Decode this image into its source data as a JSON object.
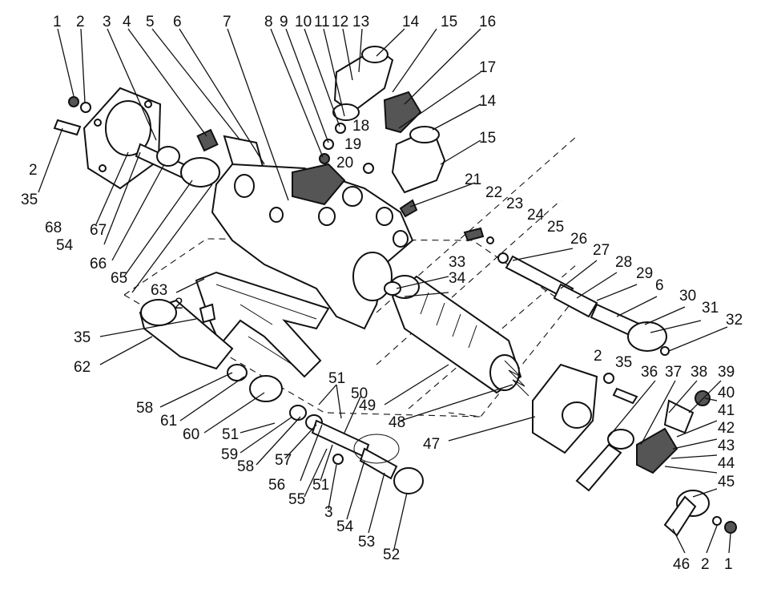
{
  "diagram": {
    "labels": [
      "1",
      "2",
      "3",
      "4",
      "5",
      "6",
      "7",
      "8",
      "9",
      "10",
      "11",
      "12",
      "13",
      "14",
      "15",
      "16",
      "17",
      "14",
      "15",
      "18",
      "19",
      "20",
      "21",
      "22",
      "23",
      "24",
      "25",
      "26",
      "27",
      "28",
      "29",
      "6",
      "30",
      "31",
      "32",
      "33",
      "34",
      "2",
      "35",
      "36",
      "37",
      "38",
      "39",
      "40",
      "41",
      "42",
      "43",
      "44",
      "45",
      "2",
      "35",
      "68",
      "54",
      "67",
      "66",
      "65",
      "63",
      "2",
      "35",
      "62",
      "58",
      "61",
      "60",
      "51",
      "59",
      "58",
      "57",
      "56",
      "55",
      "51",
      "3",
      "54",
      "53",
      "52",
      "51",
      "50",
      "49",
      "48",
      "47",
      "46",
      "2",
      "1"
    ]
  }
}
